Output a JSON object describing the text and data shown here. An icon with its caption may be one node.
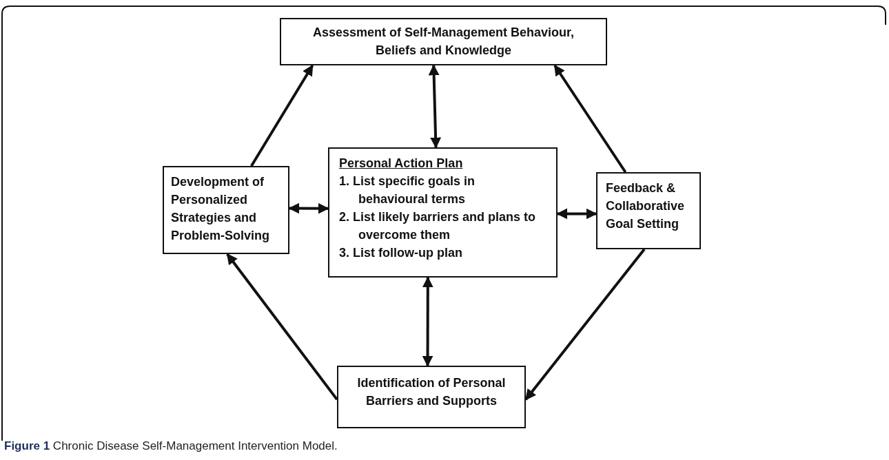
{
  "diagram": {
    "caption": "**Figure 1** Chronic Disease Self-Management Intervention Model.",
    "nodes": [
      {
        "text": [
          "Assessment of Self-Management Behaviour, Beliefs and Knowledge"
        ]
      },
      {
        "text": [
          "Development of Personalized Strategies and Problem-Solving"
        ]
      },
      {
        "text": [
          "Personal Action Plan",
          "1. List specific goals in behavioural terms",
          "2. List likely barriers and plans to overcome them",
          "3. List follow-up plan"
        ]
      },
      {
        "text": [
          "Feedback & Collaborative Goal Setting"
        ]
      },
      {
        "text": [
          "Identification of Personal Barriers and Supports"
        ]
      }
    ],
    "edges": [
      {
        "from": 1,
        "to": 0,
        "arrow": "to"
      },
      {
        "from": 3,
        "to": 0,
        "arrow": "to"
      },
      {
        "from": 3,
        "to": 4,
        "arrow": "to"
      },
      {
        "from": 4,
        "to": 1,
        "arrow": "to"
      },
      {
        "from": 0,
        "to": 2,
        "arrow": "both"
      },
      {
        "from": 1,
        "to": 2,
        "arrow": "both"
      },
      {
        "from": 2,
        "to": 3,
        "arrow": "both"
      },
      {
        "from": 2,
        "to": 4,
        "arrow": "both"
      }
    ]
  }
}
